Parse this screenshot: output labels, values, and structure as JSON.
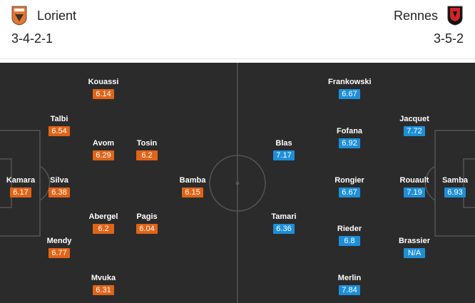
{
  "colors": {
    "home_rating": "#e06418",
    "away_rating": "#1d8fd9",
    "pitch": "#2b2b2b",
    "lines": "#555555"
  },
  "home": {
    "name": "Lorient",
    "formation": "3-4-2-1",
    "crest": "lorient-crest-icon",
    "players": [
      {
        "name": "Kamara",
        "rating": "6.17"
      },
      {
        "name": "Talbi",
        "rating": "6.54"
      },
      {
        "name": "Silva",
        "rating": "6.38"
      },
      {
        "name": "Mendy",
        "rating": "6.77"
      },
      {
        "name": "Kouassi",
        "rating": "6.14"
      },
      {
        "name": "Avom",
        "rating": "6.29"
      },
      {
        "name": "Abergel",
        "rating": "6.2"
      },
      {
        "name": "Mvuka",
        "rating": "6.31"
      },
      {
        "name": "Tosin",
        "rating": "6.2"
      },
      {
        "name": "Pagis",
        "rating": "6.04"
      },
      {
        "name": "Bamba",
        "rating": "6.15"
      }
    ]
  },
  "away": {
    "name": "Rennes",
    "formation": "3-5-2",
    "crest": "rennes-crest-icon",
    "players": [
      {
        "name": "Samba",
        "rating": "6.93"
      },
      {
        "name": "Jacquet",
        "rating": "7.72"
      },
      {
        "name": "Rouault",
        "rating": "7.19"
      },
      {
        "name": "Brassier",
        "rating": "N/A"
      },
      {
        "name": "Frankowski",
        "rating": "6.67"
      },
      {
        "name": "Fofana",
        "rating": "6.92"
      },
      {
        "name": "Rongier",
        "rating": "6.67"
      },
      {
        "name": "Rieder",
        "rating": "6.8"
      },
      {
        "name": "Merlin",
        "rating": "7.84"
      },
      {
        "name": "Blas",
        "rating": "7.17"
      },
      {
        "name": "Tamari",
        "rating": "6.36"
      }
    ]
  }
}
